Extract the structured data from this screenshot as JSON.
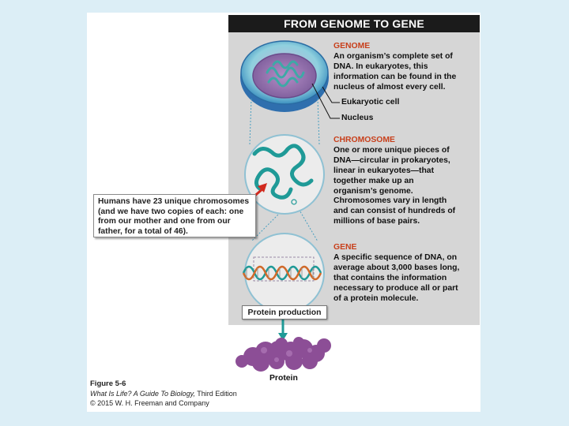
{
  "title": "FROM GENOME TO GENE",
  "sections": {
    "genome": {
      "heading": "GENOME",
      "lines": [
        "An organism’s complete set of",
        "DNA. In eukaryotes, this",
        "information can be found in the",
        "nucleus of almost every cell."
      ]
    },
    "chromosome": {
      "heading": "CHROMOSOME",
      "lines": [
        "One or more unique pieces of",
        "DNA—circular in prokaryotes,",
        "linear in eukaryotes—that",
        "together make up an",
        "organism’s genome.",
        "Chromosomes vary in length",
        "and can consist of hundreds of",
        "millions of base pairs."
      ]
    },
    "gene": {
      "heading": "GENE",
      "lines": [
        "A specific sequence of DNA, on",
        "average about 3,000 bases long,",
        "that contains the information",
        "necessary to produce all or part",
        "of a protein molecule."
      ]
    }
  },
  "labels": {
    "eukaryotic_cell": "Eukaryotic cell",
    "nucleus": "Nucleus",
    "protein_production": "Protein production",
    "protein": "Protein"
  },
  "callout": {
    "lines": [
      "Humans have 23 unique chromosomes",
      "(and we have two copies of each: one",
      "from our mother and one from our",
      "father, for a total of 46)."
    ]
  },
  "caption": {
    "figure": "Figure 5-6",
    "book": "What Is Life? A Guide To Biology,",
    "edition": " Third Edition",
    "copyright": "© 2015 W. H. Freeman and Company"
  },
  "colors": {
    "background": "#dceef6",
    "banner": "#1b1b1b",
    "panel": "#d6d6d6",
    "heading_accent": "#c8401c",
    "dna_teal": "#1f9a97",
    "protein_purple": "#8c4e96",
    "callout_arrow": "#d12a1e"
  }
}
